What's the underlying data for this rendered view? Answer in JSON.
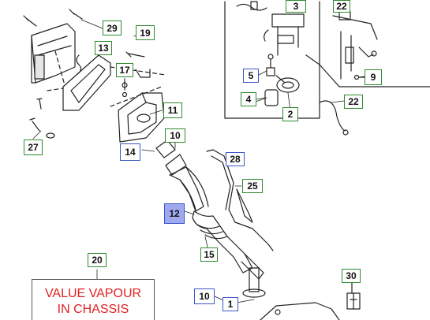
{
  "labels": {
    "l1": "1",
    "l2": "2",
    "l3": "3",
    "l4": "4",
    "l5": "5",
    "l9": "9",
    "l10a": "10",
    "l10b": "10",
    "l11": "11",
    "l12": "12",
    "l13": "13",
    "l14": "14",
    "l15": "15",
    "l17": "17",
    "l19": "19",
    "l20": "20",
    "l22a": "22",
    "l22b": "22",
    "l25": "25",
    "l27": "27",
    "l28": "28",
    "l29": "29",
    "l30": "30"
  },
  "callout": {
    "line1": "VALUE VAPOUR",
    "line2": "IN CHASSIS"
  },
  "colors": {
    "green_border": "#2f8a2f",
    "blue_border": "#3d55c8",
    "selected_fill": "#9ea9f0",
    "callout_text": "#e02020"
  }
}
